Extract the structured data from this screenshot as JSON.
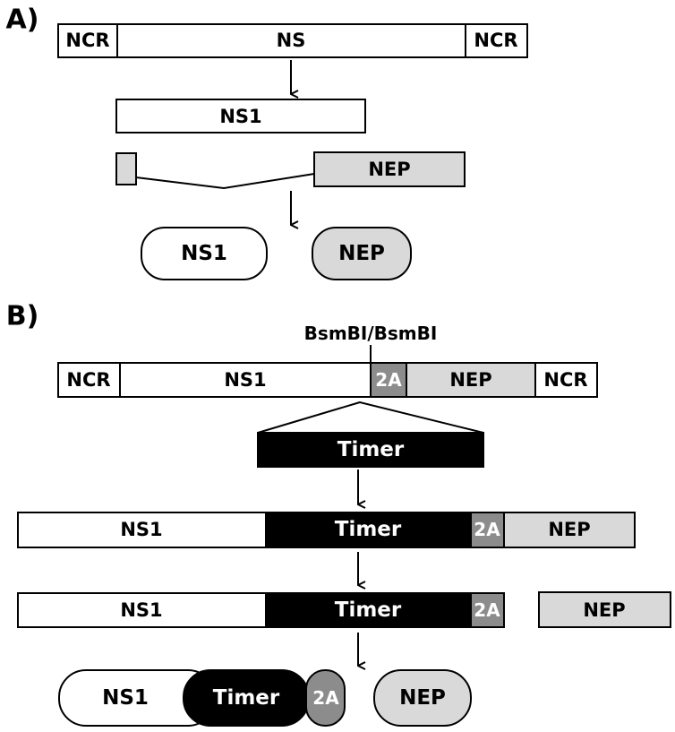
{
  "colors": {
    "white": "#ffffff",
    "light_gray": "#d9d9d9",
    "mid_gray": "#8c8c8c",
    "black": "#000000"
  },
  "panel_a": {
    "label": "A)",
    "gene": {
      "left_ncr": "NCR",
      "body": "NS",
      "right_ncr": "NCR"
    },
    "ns1_transcript": "NS1",
    "nep_transcript": "NEP",
    "proteins": {
      "ns1": "NS1",
      "nep": "NEP"
    }
  },
  "panel_b": {
    "label": "B)",
    "site_label": "BsmBI/BsmBI",
    "gene": {
      "left_ncr": "NCR",
      "ns1": "NS1",
      "two_a": "2A",
      "nep": "NEP",
      "right_ncr": "NCR"
    },
    "insert": "Timer",
    "fusion": {
      "ns1": "NS1",
      "timer": "Timer",
      "two_a": "2A",
      "nep": "NEP"
    },
    "cleaved": {
      "ns1": "NS1",
      "timer": "Timer",
      "two_a": "2A",
      "nep": "NEP"
    },
    "proteins": {
      "ns1": "NS1",
      "timer": "Timer",
      "two_a": "2A",
      "nep": "NEP"
    }
  }
}
